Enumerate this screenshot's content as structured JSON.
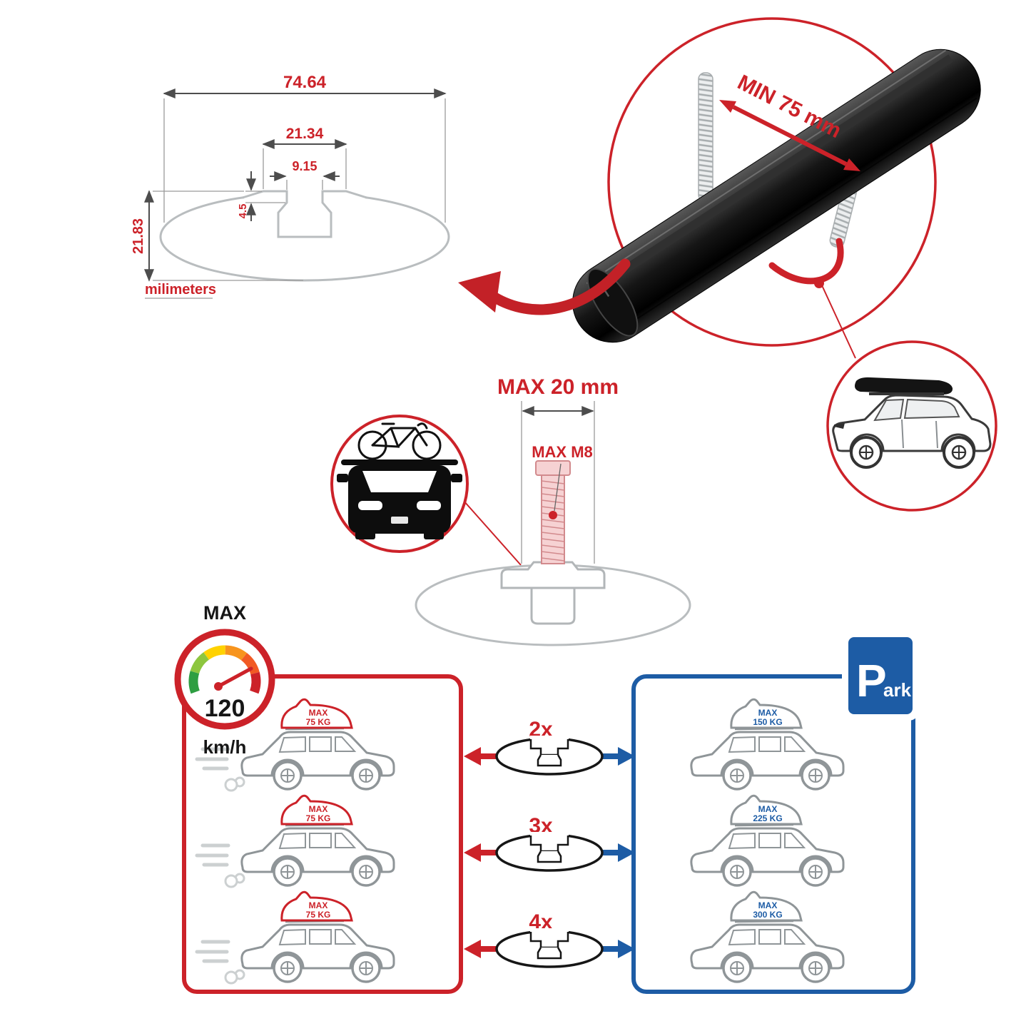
{
  "profile": {
    "total_width": "74.64",
    "channel_width": "21.34",
    "slot_width": "9.15",
    "slot_depth": "4.5",
    "total_height": "21.83",
    "unit_note": "milimeters"
  },
  "clamp": {
    "min_span": "MIN 75 mm"
  },
  "bolt": {
    "max_length": "MAX 20 mm",
    "max_thread": "MAX M8"
  },
  "speed": {
    "label": "MAX",
    "value": "120",
    "unit": "km/h"
  },
  "left_panel": {
    "loads": [
      {
        "l1": "MAX",
        "l2": "75 KG"
      },
      {
        "l1": "MAX",
        "l2": "75 KG"
      },
      {
        "l1": "MAX",
        "l2": "75 KG"
      }
    ]
  },
  "bar_counts": [
    "2x",
    "3x",
    "4x"
  ],
  "right_panel": {
    "sign_p": "P",
    "sign_suffix": "ark",
    "loads": [
      {
        "l1": "MAX",
        "l2": "150 KG"
      },
      {
        "l1": "MAX",
        "l2": "225 KG"
      },
      {
        "l1": "MAX",
        "l2": "300 KG"
      }
    ]
  },
  "colors": {
    "red": "#cc2229",
    "blue": "#1d5ca5",
    "line_gray": "#8f9598",
    "drawing_gray": "#b9bdbf"
  }
}
